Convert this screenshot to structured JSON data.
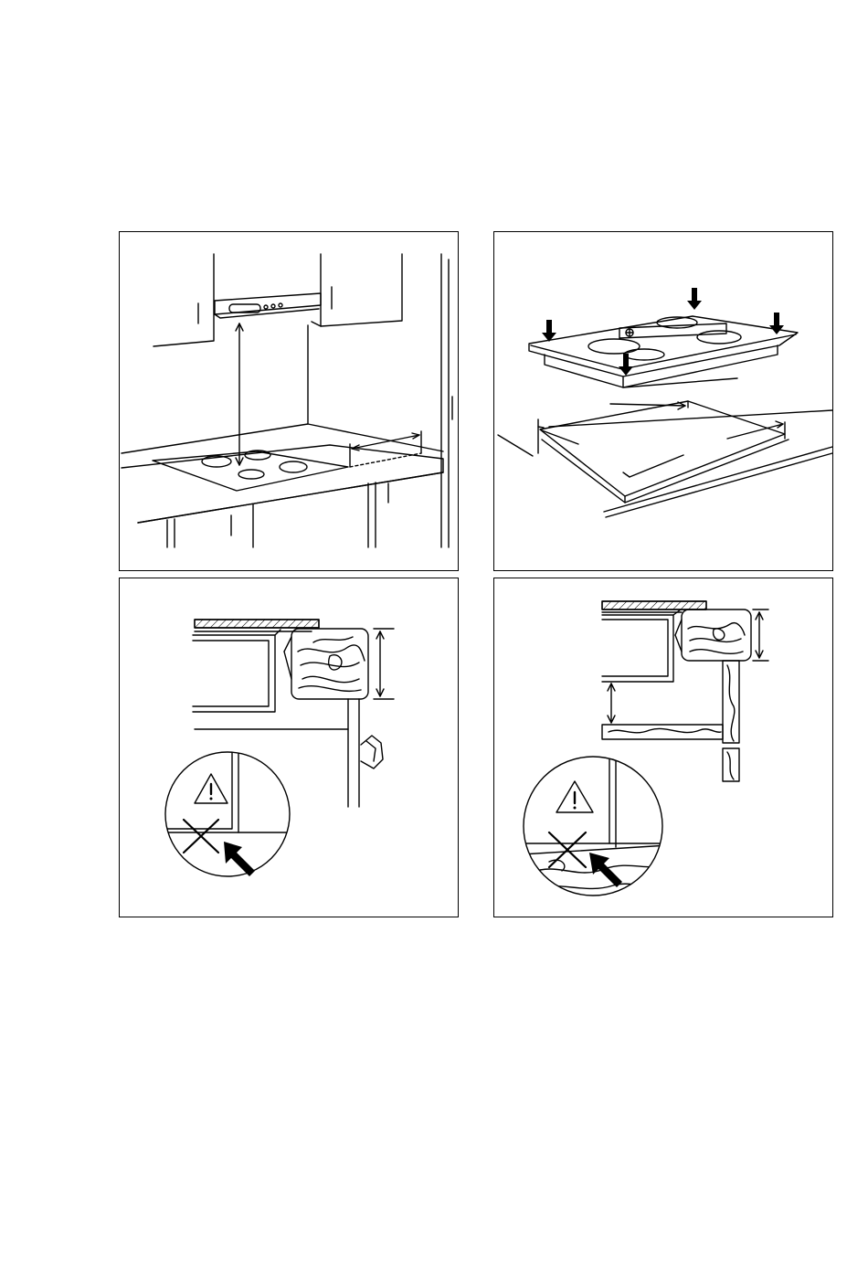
{
  "figures": [
    {
      "id": "hood-clearance",
      "icon": "kitchen-hood-hob-icon"
    },
    {
      "id": "hob-into-cutout",
      "icon": "hob-insertion-icon"
    },
    {
      "id": "worktop-section-drawer",
      "icon": "drawer-clearance-icon"
    },
    {
      "id": "worktop-section-oven",
      "icon": "oven-clearance-icon"
    }
  ],
  "colors": {
    "line": "#000000",
    "background": "#ffffff"
  }
}
